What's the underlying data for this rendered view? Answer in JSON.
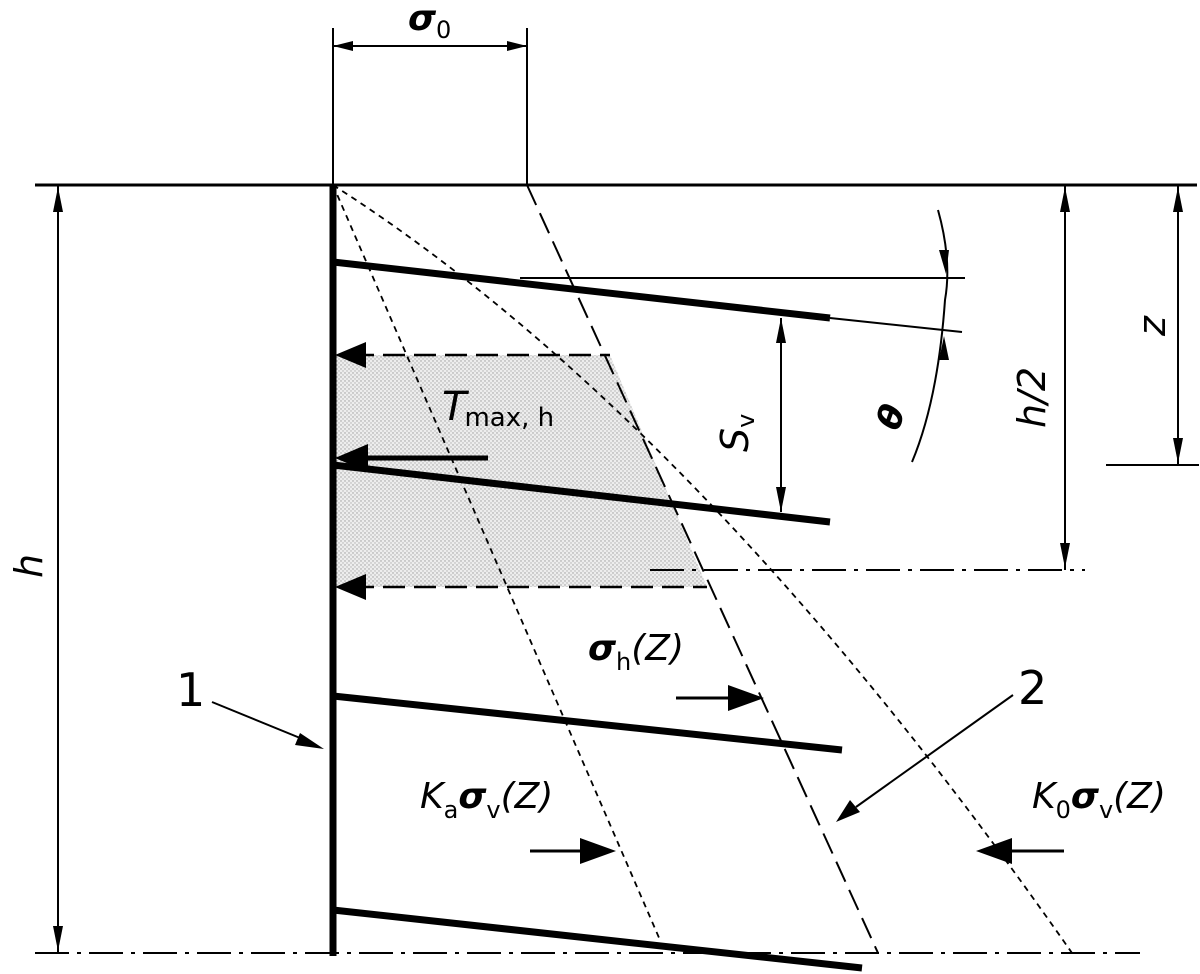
{
  "labels": {
    "sigma_symbol": "σ",
    "sigma0_sub": "0",
    "h": "h",
    "h_half": "h/2",
    "z": "z",
    "sv_main": "S",
    "sv_sub": "v",
    "theta": "θ",
    "tmax_main": "T",
    "tmax_sub": "max, h",
    "sigma_h_sub": "h",
    "arg_Z": "(Z)",
    "ka_main": "K",
    "ka_sub": "a",
    "k0_main": "K",
    "k0_sub": "0",
    "sigma_v_sub": "v",
    "callout_1": "1",
    "callout_2": "2"
  },
  "colors": {
    "ink": "#000000",
    "shade": "#e6e6e6"
  }
}
